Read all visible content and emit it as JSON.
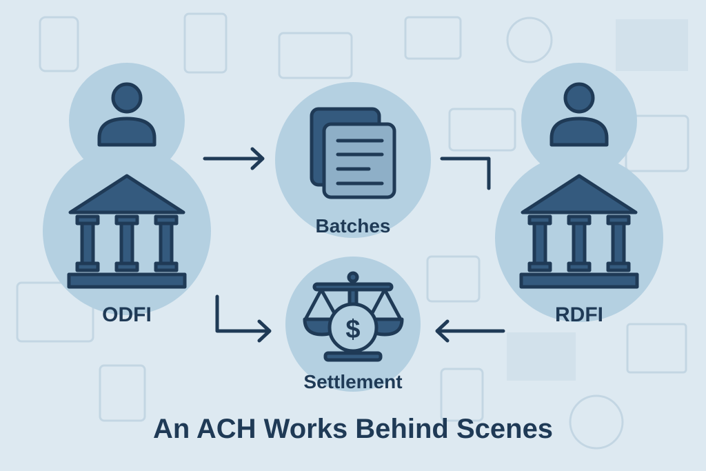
{
  "title": "An ACH Works Behind Scenes",
  "nodes": {
    "odfi": {
      "label": "ODFI",
      "icon": "bank-icon"
    },
    "rdfi": {
      "label": "RDFI",
      "icon": "bank-icon"
    },
    "batches": {
      "label": "Batches",
      "icon": "documents-icon"
    },
    "settlement": {
      "label": "Settlement",
      "icon": "scale-dollar-icon"
    }
  },
  "colors": {
    "background": "#dde9f1",
    "circle": "#b4d0e1",
    "dark": "#1f3a56",
    "mid": "#345a7e",
    "light": "#8eafc7"
  }
}
